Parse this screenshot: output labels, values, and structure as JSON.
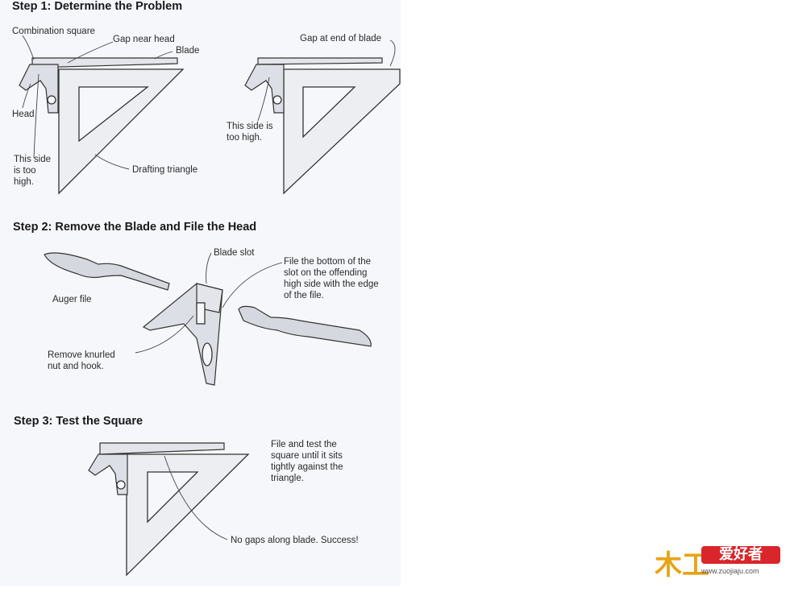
{
  "step1": {
    "heading": "Step 1: Determine the Problem",
    "labels": {
      "combination_square": "Combination square",
      "gap_near_head": "Gap near head",
      "blade": "Blade",
      "head": "Head",
      "this_side_too_high_left": "This side\nis too\nhigh.",
      "drafting_triangle": "Drafting triangle",
      "gap_at_end_of_blade": "Gap at end of blade",
      "this_side_too_high_right": "This side is\ntoo high."
    }
  },
  "step2": {
    "heading": "Step 2: Remove the Blade and File the Head",
    "labels": {
      "blade_slot": "Blade slot",
      "file_instruction": "File the bottom of the\nslot on the offending\nhigh side with the edge\nof the file.",
      "auger_file": "Auger file",
      "remove_nut": "Remove knurled\nnut and hook."
    }
  },
  "step3": {
    "heading": "Step 3: Test the Square",
    "labels": {
      "file_and_test": "File and test the\nsquare until it sits\ntightly against the\ntriangle.",
      "no_gaps": "No gaps along blade. Success!"
    }
  },
  "watermark": {
    "glyph": "木工",
    "text": "爱好者",
    "url": "www.zuojiaju.com"
  },
  "colors": {
    "panel": "#f6f7fa",
    "line": "#333333",
    "blade_fill": "#e3e5ea",
    "triangle_fill": "#eceef2",
    "logo_red": "#d8262b",
    "logo_gold": "#e8a317"
  }
}
